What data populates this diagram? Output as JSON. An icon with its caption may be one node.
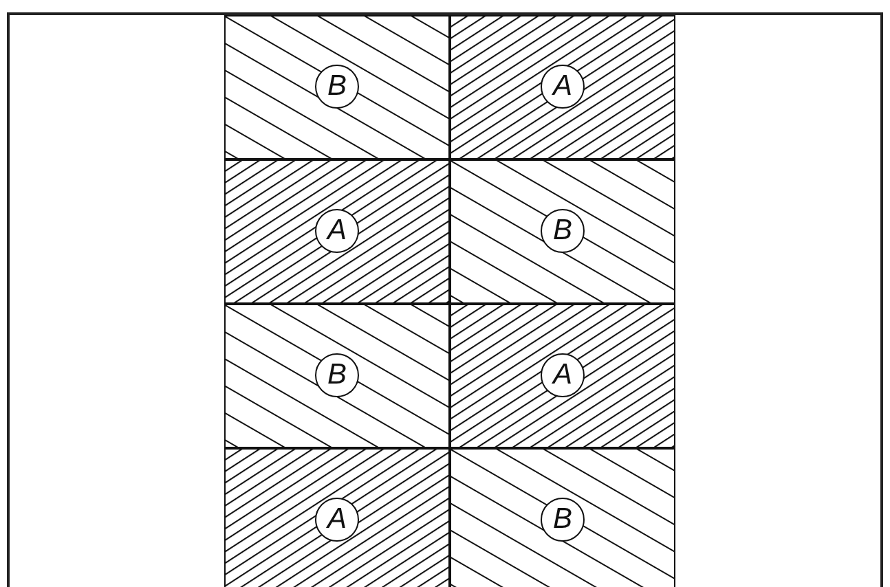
{
  "diagram": {
    "nodes": [
      {
        "text": [
          "B"
        ]
      },
      {
        "text": [
          "A"
        ]
      },
      {
        "text": [
          "A"
        ]
      },
      {
        "text": [
          "B"
        ]
      },
      {
        "text": [
          "B"
        ]
      },
      {
        "text": [
          "A"
        ]
      },
      {
        "text": [
          "A"
        ]
      },
      {
        "text": [
          "B"
        ]
      }
    ]
  }
}
